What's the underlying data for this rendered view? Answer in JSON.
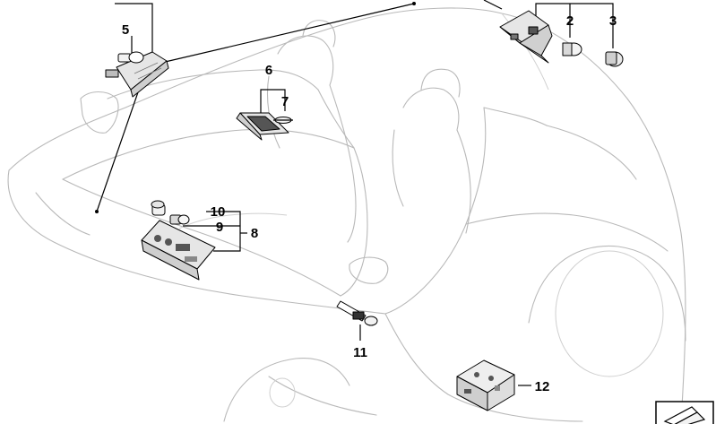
{
  "callouts": {
    "c1": "",
    "c2": "2",
    "c3": "3",
    "c5": "5",
    "c6": "6",
    "c7": "7",
    "c8": "8",
    "c9": "9",
    "c10": "10",
    "c11": "11",
    "c12": "12"
  },
  "colors": {
    "car_outline": "#b9b9b9",
    "part_fill": "#e6e6e6",
    "part_dark": "#555555",
    "leader": "#000000",
    "corner_icon_fill": "#ffffff"
  },
  "icons": {
    "corner": "diagram-arrow-icon"
  }
}
